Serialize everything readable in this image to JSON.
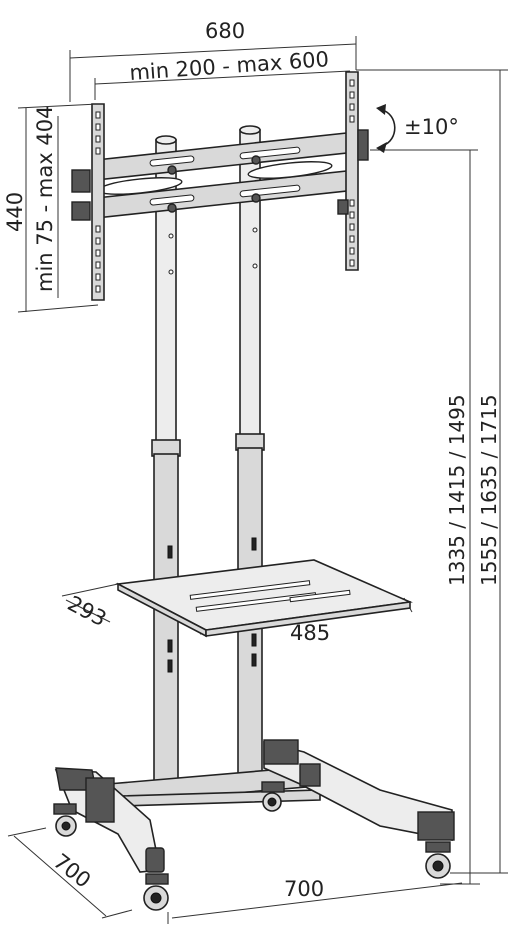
{
  "labels": {
    "overall_width": "680",
    "vesa_width": "min 200 - max 600",
    "overall_height": "440",
    "vesa_height": "min 75 - max 404",
    "tilt": "±10°",
    "screen_center_height": "1335 / 1415 / 1495",
    "total_height": "1555 / 1635 / 1715",
    "shelf_depth": "293",
    "shelf_width": "485",
    "base_depth": "700",
    "base_width": "700"
  }
}
